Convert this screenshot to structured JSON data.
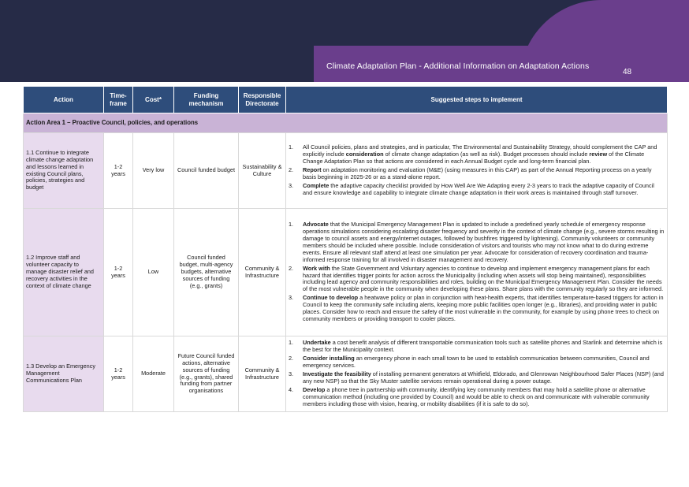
{
  "header": {
    "title": "Climate Adaptation Plan - Additional Information on Adaptation Actions",
    "page_number": "48"
  },
  "table": {
    "columns": [
      "Action",
      "Time-frame",
      "Cost*",
      "Funding mechanism",
      "Responsible Directorate",
      "Suggested steps to implement"
    ],
    "area_title": "Action Area 1 – Proactive Council, policies, and operations",
    "rows": [
      {
        "action": "1.1 Continue to integrate climate change adaptation and lessons learned in existing Council plans, policies, strategies and budget",
        "timeframe": "1-2 years",
        "cost": "Very low",
        "funding": "Council funded budget",
        "directorate": "Sustainability & Culture",
        "steps": [
          {
            "n": "1.",
            "parts": [
              {
                "t": "All Council policies, plans and strategies, and in particular, The Environmental and Sustainability Strategy, should complement the CAP and explicitly include "
              },
              {
                "b": "consideration"
              },
              {
                "t": " of climate change adaptation (as well as risk). Budget processes should include "
              },
              {
                "b": "review"
              },
              {
                "t": " of the Climate Change Adaptation Plan so that actions are considered in each Annual Budget cycle and long-term financial plan."
              }
            ]
          },
          {
            "n": "2.",
            "parts": [
              {
                "b": "Report"
              },
              {
                "t": " on adaptation monitoring and evaluation (M&E) (using  measures in this CAP) as part of the Annual Reporting process on a yearly basis beginning in 2025-26 or as a stand-alone report."
              }
            ]
          },
          {
            "n": "3.",
            "parts": [
              {
                "b": "Complete"
              },
              {
                "t": " the adaptive capacity checklist provided by How Well Are We Adapting every 2-3 years to track the adaptive capacity of Council and ensure knowledge and capability to integrate climate change adaptation in their work areas is maintained through staff turnover."
              }
            ]
          }
        ]
      },
      {
        "action": "1.2 Improve staff and volunteer capacity to manage disaster relief and recovery activities in the context of climate change",
        "timeframe": "1-2 years",
        "cost": "Low",
        "funding": "Council funded budget, multi-agency budgets, alternative sources of funding (e.g., grants)",
        "directorate": "Community & Infrastructure",
        "steps": [
          {
            "n": "1.",
            "parts": [
              {
                "b": "Advocate"
              },
              {
                "t": " that the Municipal Emergency Management Plan is updated to include a predefined yearly schedule of emergency response operations simulations considering escalating disaster frequency and severity in the context of climate change (e.g., severe storms resulting in damage to council assets and energy/internet outages, followed by bushfires triggered by lightening). Community volunteers or community members should be included where possible. Include consideration of visitors and tourists who may not know what to do during extreme events. Ensure all relevant staff attend at least one simulation per year. Advocate for consideration of recovery coordination and trauma-informed response training for all involved in disaster management and recovery."
              }
            ]
          },
          {
            "n": "2.",
            "parts": [
              {
                "b": "Work with"
              },
              {
                "t": " the State Government and Voluntary agencies to continue to develop and implement emergency management plans for each hazard that identifies trigger points for action across the Municipality (including when assets will stop being maintained), responsibilities including lead agency and community responsibilities and roles, building on the Municipal Emergency Management Plan. Consider the needs of the most vulnerable people in the community when developing these plans. Share plans with the community regularly so they are informed."
              }
            ]
          },
          {
            "n": "3.",
            "parts": [
              {
                "b": "Continue to develop"
              },
              {
                "t": " a heatwave policy or plan in conjunction with heat-health experts, that identifies temperature-based triggers for action in Council to keep the community safe including alerts, keeping more public facilities open longer (e.g., libraries), and providing water in public places. Consider how to reach and ensure the safety of the most vulnerable in the community, for example by using phone trees to check on community members or providing transport to cooler places."
              }
            ]
          }
        ]
      },
      {
        "action": "1.3 Develop an Emergency Management Communications Plan",
        "timeframe": "1-2 years",
        "cost": "Moderate",
        "funding": "Future Council funded actions, alternative sources of funding (e.g., grants), shared funding from partner organisations",
        "directorate": "Community & Infrastructure",
        "steps": [
          {
            "n": "1.",
            "parts": [
              {
                "b": "Undertake"
              },
              {
                "t": " a cost benefit analysis of different transportable communication tools such as satellite phones and Starlink and determine which is the best for the Municipality context."
              }
            ]
          },
          {
            "n": "2.",
            "parts": [
              {
                "b": "Consider installing"
              },
              {
                "t": " an emergency phone in each small town to be used to establish communication between communities, Council and emergency services."
              }
            ]
          },
          {
            "n": "3.",
            "parts": [
              {
                "b": "Investigate the feasibility"
              },
              {
                "t": " of installing permanent generators at Whitfield, Eldorado, and Glenrowan Neighbourhood Safer Places (NSP) (and any new NSP) so that the Sky Muster satellite services remain operational during a power outage."
              }
            ]
          },
          {
            "n": "4.",
            "parts": [
              {
                "b": "Develop"
              },
              {
                "t": " a phone tree in partnership with community, identifying key community members that may hold a satellite phone or alternative communication method (including one provided by Council) and would be able to check on and communicate with vulnerable community members including those with vision, hearing, or mobility disabilities (if it is safe to do so)."
              }
            ]
          }
        ]
      }
    ]
  }
}
